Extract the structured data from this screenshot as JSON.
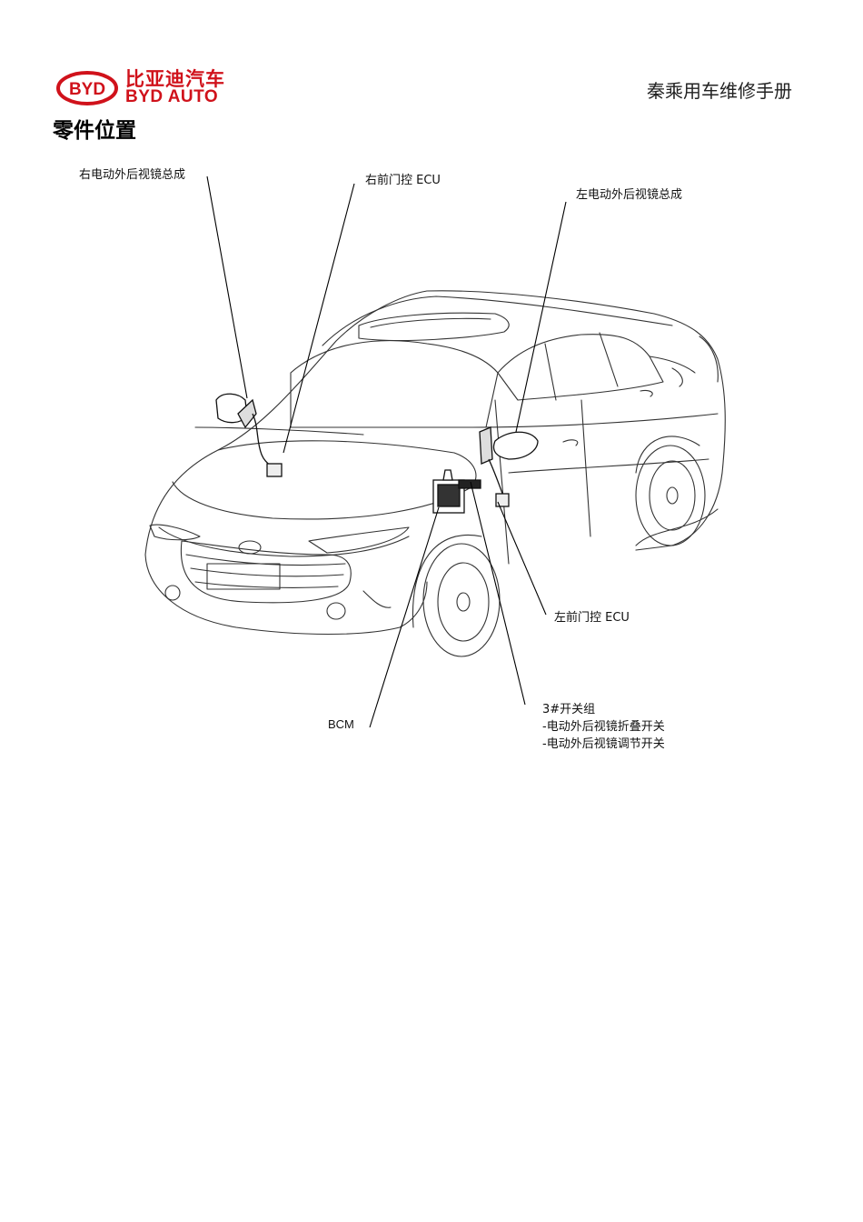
{
  "header": {
    "brand_cn": "比亚迪汽车",
    "brand_en": "BYD AUTO",
    "manual_title": "秦乘用车维修手册",
    "brand_color": "#d0121b"
  },
  "section": {
    "title": "零件位置"
  },
  "callouts": {
    "right_mirror": "右电动外后视镜总成",
    "right_door_ecu": "右前门控 ECU",
    "left_mirror": "左电动外后视镜总成",
    "left_door_ecu": "左前门控 ECU",
    "bcm": "BCM",
    "switch_group": "3#开关组",
    "switch_fold": "-电动外后视镜折叠开关",
    "switch_adjust": "-电动外后视镜调节开关"
  }
}
